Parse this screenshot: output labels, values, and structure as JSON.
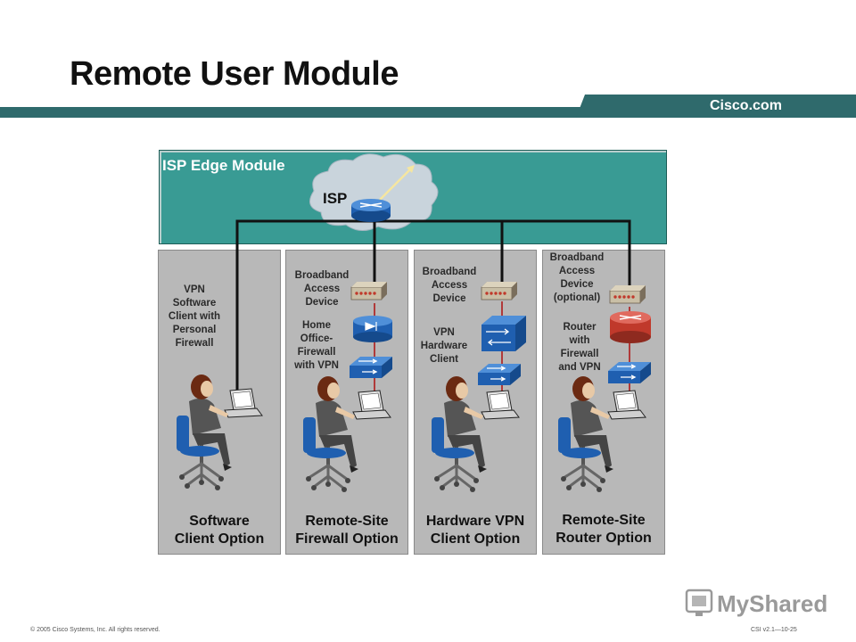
{
  "slide": {
    "title": "Remote User Module",
    "brand": "Cisco.com"
  },
  "isp_edge": {
    "label": "ISP Edge Module",
    "isp_label": "ISP"
  },
  "panels": [
    {
      "device_labels": [
        "VPN\nSoftware\nClient with\nPersonal\nFirewall"
      ],
      "option": "Software\nClient Option"
    },
    {
      "device_labels": [
        "Broadband\nAccess\nDevice",
        "Home\nOffice-\nFirewall\nwith VPN"
      ],
      "option": "Remote-Site\nFirewall Option"
    },
    {
      "device_labels": [
        "Broadband\nAccess\nDevice",
        "VPN\nHardware\nClient"
      ],
      "option": "Hardware VPN\nClient Option"
    },
    {
      "device_labels": [
        "Broadband\nAccess\nDevice\n(optional)",
        "Router\nwith\nFirewall\nand VPN"
      ],
      "option": "Remote-Site\nRouter Option"
    }
  ],
  "footer": {
    "copyright": "© 2005 Cisco Systems, Inc. All rights reserved.",
    "code": "CSI v2.1—10-25"
  },
  "watermark": {
    "text": "MyShared"
  },
  "colors": {
    "teal": "#399b94",
    "header": "#2f6a6c",
    "panel": "#b8b8b8",
    "link": "#c0392b"
  }
}
